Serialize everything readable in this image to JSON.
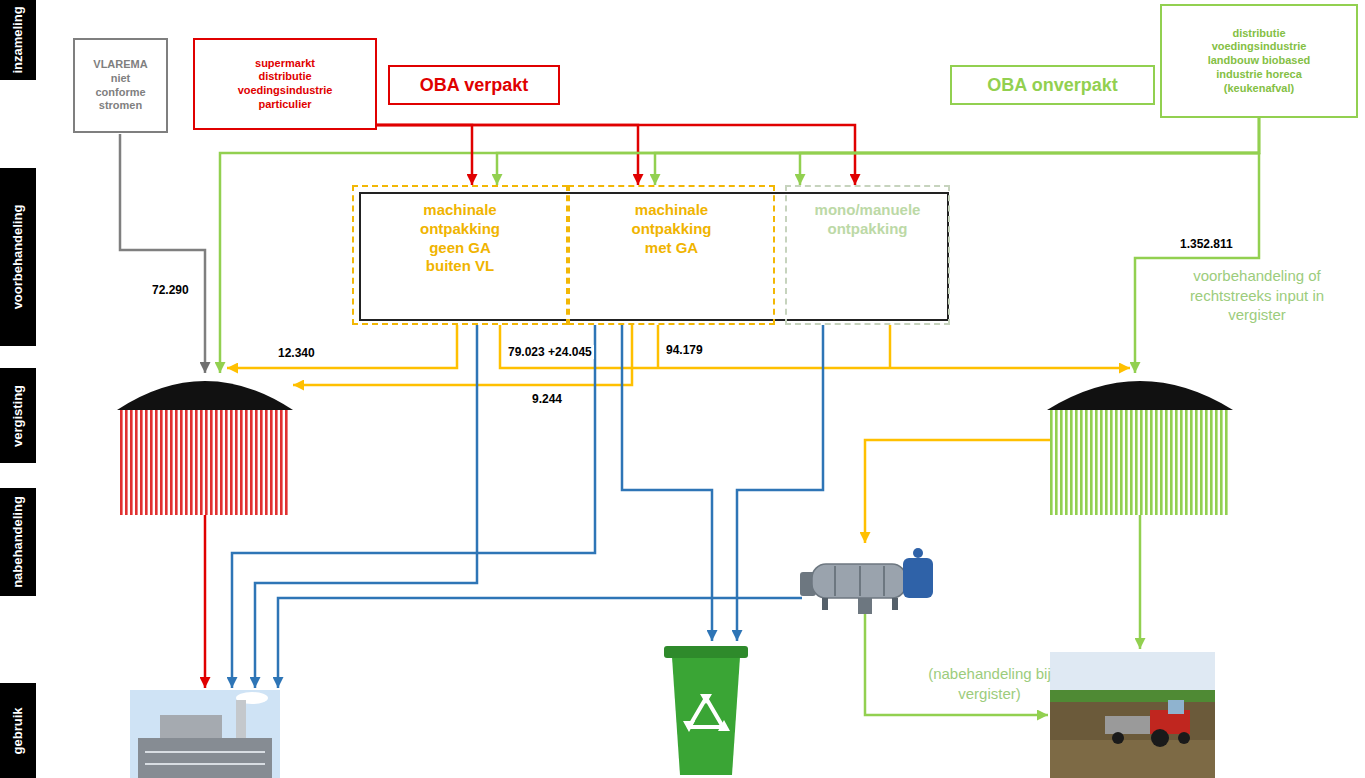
{
  "diagram": {
    "nodes": [
      {
        "text": [
          "inzameling"
        ]
      },
      {
        "text": [
          "voorbehandeling"
        ]
      },
      {
        "text": [
          "vergisting"
        ]
      },
      {
        "text": [
          "nabehandeling"
        ]
      },
      {
        "text": [
          "gebruik"
        ]
      },
      {
        "text": [
          "VLAREMA niet conforme stromen"
        ]
      },
      {
        "text": [
          "supermarkt distributie voedingsindustrie particulier"
        ]
      },
      {
        "text": [
          "OBA verpakt"
        ]
      },
      {
        "text": [
          "OBA onverpakt"
        ]
      },
      {
        "text": [
          "distributie voedingsindustrie landbouw biobased industrie horeca (keukenafval)"
        ]
      },
      {
        "text": [
          "machinale ontpakking geen GA buiten VL"
        ]
      },
      {
        "text": [
          "machinale ontpakking met GA"
        ]
      },
      {
        "text": [
          "mono/manuele ontpakking"
        ]
      }
    ],
    "edges": [
      {
        "from": 6,
        "to": 10,
        "arrow": "to"
      },
      {
        "from": 6,
        "to": 11,
        "arrow": "to"
      },
      {
        "from": 6,
        "to": 12,
        "arrow": "to"
      },
      {
        "from": 9,
        "to": 10,
        "arrow": "to"
      },
      {
        "from": 9,
        "to": 11,
        "arrow": "to"
      },
      {
        "from": 9,
        "to": 12,
        "arrow": "to"
      }
    ],
    "labels": [
      "72.290",
      "12.340",
      "79.023 +24.045",
      "94.179",
      "9.244",
      "1.352.811",
      "voorbehandeling of rechtstreeks input in vergister",
      "(nabehandeling bij vergister)"
    ]
  }
}
